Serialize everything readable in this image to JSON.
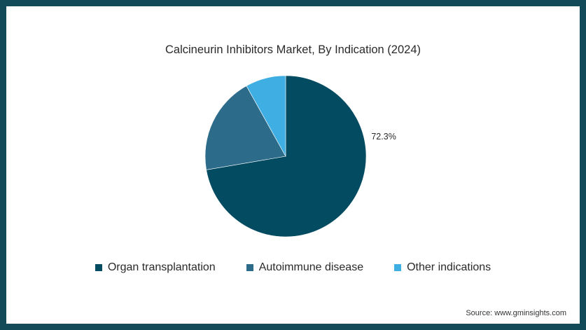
{
  "chart_data": {
    "type": "pie",
    "title": "Calcineurin Inhibitors Market, By Indication (2024)",
    "slices": [
      {
        "name": "Organ transplantation",
        "value": 72.3,
        "label": "72.3%",
        "color": "#034b61"
      },
      {
        "name": "Autoimmune disease",
        "value": 19.6,
        "label": "",
        "color": "#2c6b8a"
      },
      {
        "name": "Other indications",
        "value": 8.1,
        "label": "",
        "color": "#3eaee3"
      }
    ],
    "legend_position": "bottom",
    "source": "Source: www.gminsights.com"
  }
}
